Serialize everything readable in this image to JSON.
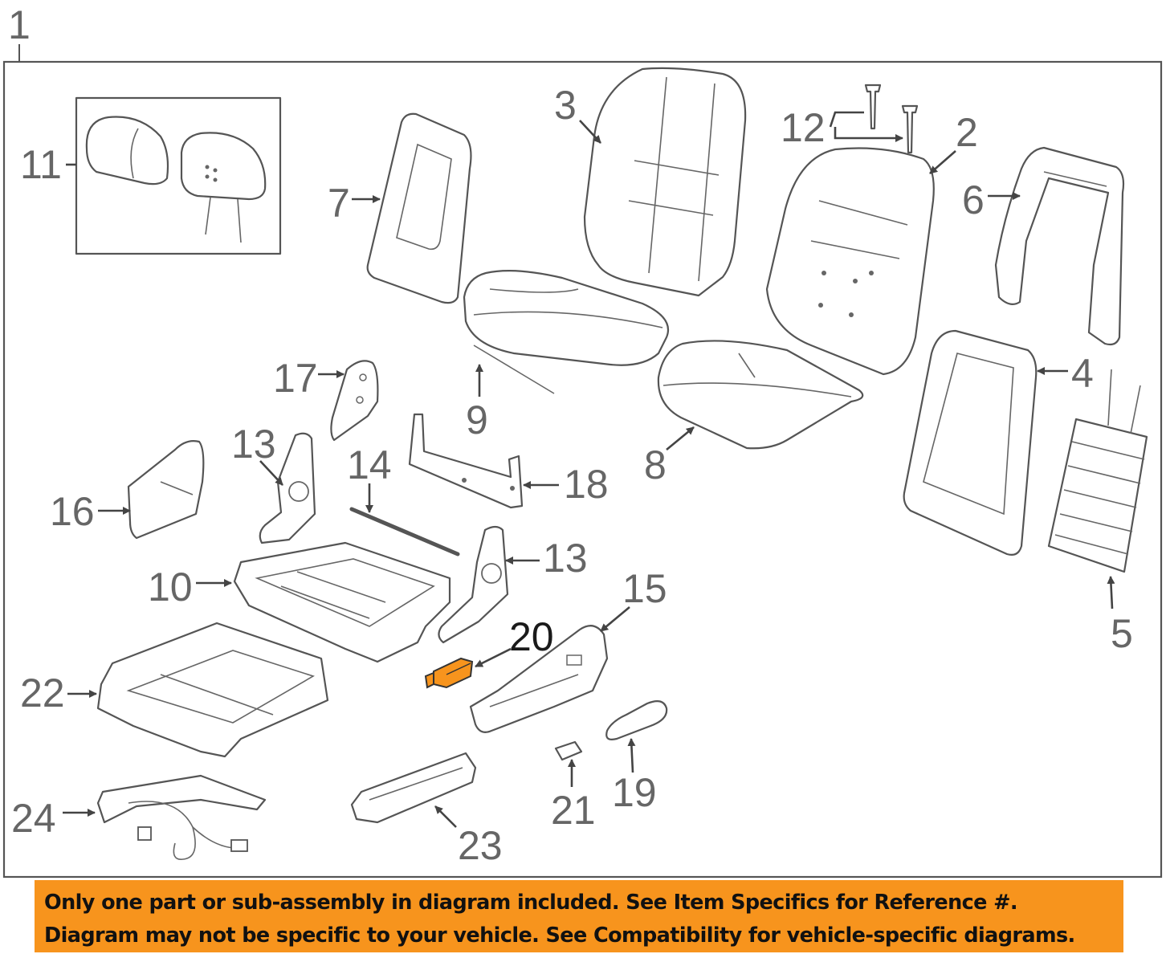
{
  "diagram": {
    "callouts": {
      "c1": "1",
      "c2": "2",
      "c3": "3",
      "c4": "4",
      "c5": "5",
      "c6": "6",
      "c7": "7",
      "c8": "8",
      "c9": "9",
      "c10": "10",
      "c11": "11",
      "c12": "12",
      "c13a": "13",
      "c13b": "13",
      "c14": "14",
      "c15": "15",
      "c16": "16",
      "c17": "17",
      "c18": "18",
      "c19": "19",
      "c20": "20",
      "c21": "21",
      "c22": "22",
      "c23": "23",
      "c24": "24"
    },
    "highlighted_part": "20",
    "colors": {
      "highlight": "#f7941d",
      "line": "#555555",
      "banner": "#f7941d"
    }
  },
  "notice": {
    "line1": "Only one part or sub-assembly in diagram included. See Item Specifics for Reference #.",
    "line2": "Diagram may not be specific to your vehicle. See Compatibility for vehicle-specific diagrams."
  }
}
